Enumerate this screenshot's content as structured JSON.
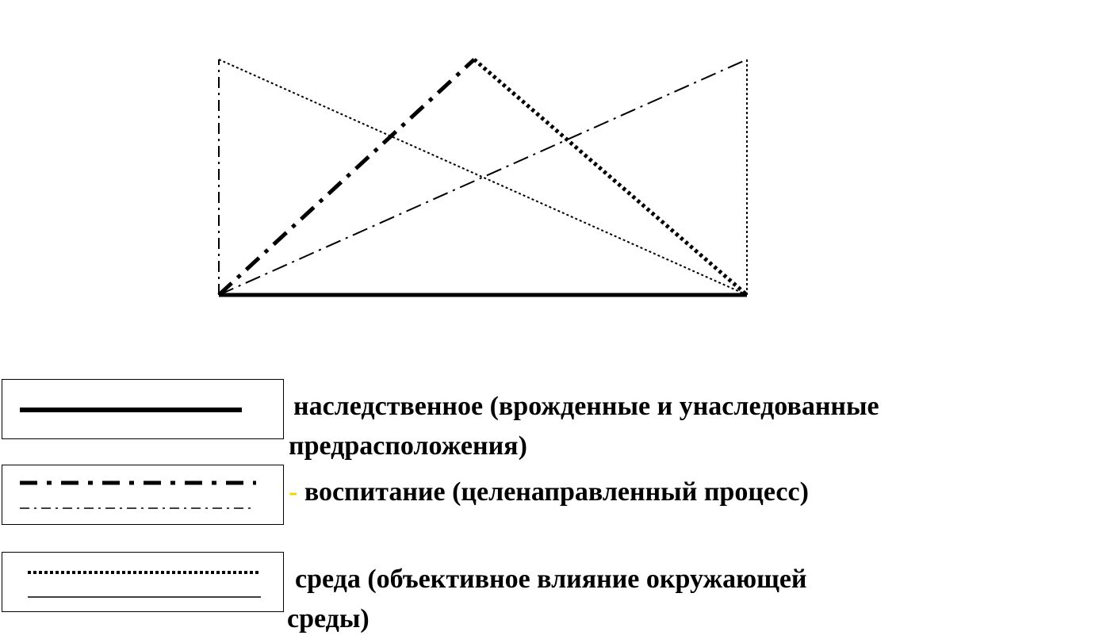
{
  "legend": {
    "heredity": {
      "text_line1": "наследственное (врожденные и унаследованные",
      "text_line2": "предрасположения)"
    },
    "upbringing": {
      "dash": "-",
      "text": "воспитание (целенаправленный процесс)"
    },
    "environment": {
      "text_line1": "среда (объективное влияние окружающей",
      "text_line2": "среды)"
    }
  },
  "colors": {
    "line": "#000000",
    "dash_accent": "#f2d600",
    "background": "#ffffff"
  }
}
